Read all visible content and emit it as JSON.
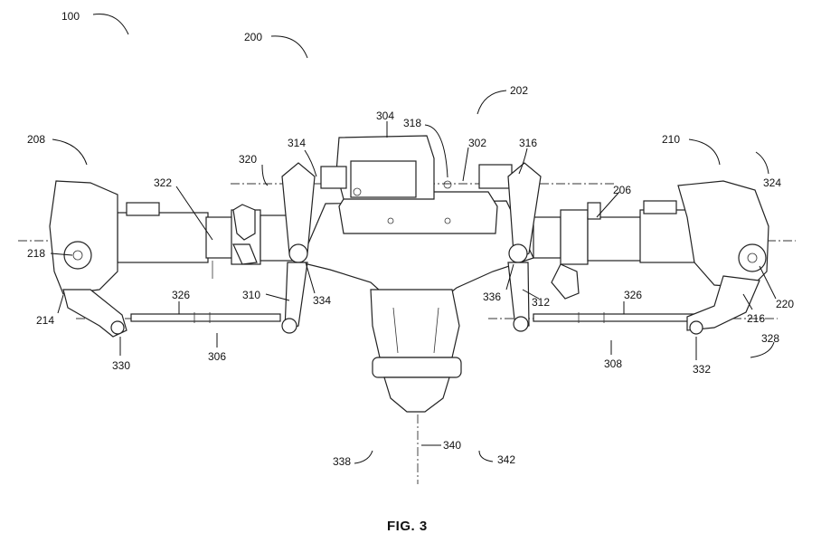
{
  "caption": "FIG. 3",
  "labels": {
    "l100": "100",
    "l200": "200",
    "l202": "202",
    "l204": "304",
    "l318": "318",
    "l314": "314",
    "l302": "302",
    "l316": "316",
    "l320": "320",
    "l208": "208",
    "l210": "210",
    "l324": "324",
    "l322": "322",
    "l206": "206",
    "l218": "218",
    "l220": "220",
    "l214": "214",
    "l216": "216",
    "l326a": "326",
    "l326b": "326",
    "l310": "310",
    "l334": "334",
    "l336": "336",
    "l312": "312",
    "l330": "330",
    "l306": "306",
    "l308": "308",
    "l332": "332",
    "l328": "328",
    "l340": "340",
    "l338": "338",
    "l342": "342"
  }
}
